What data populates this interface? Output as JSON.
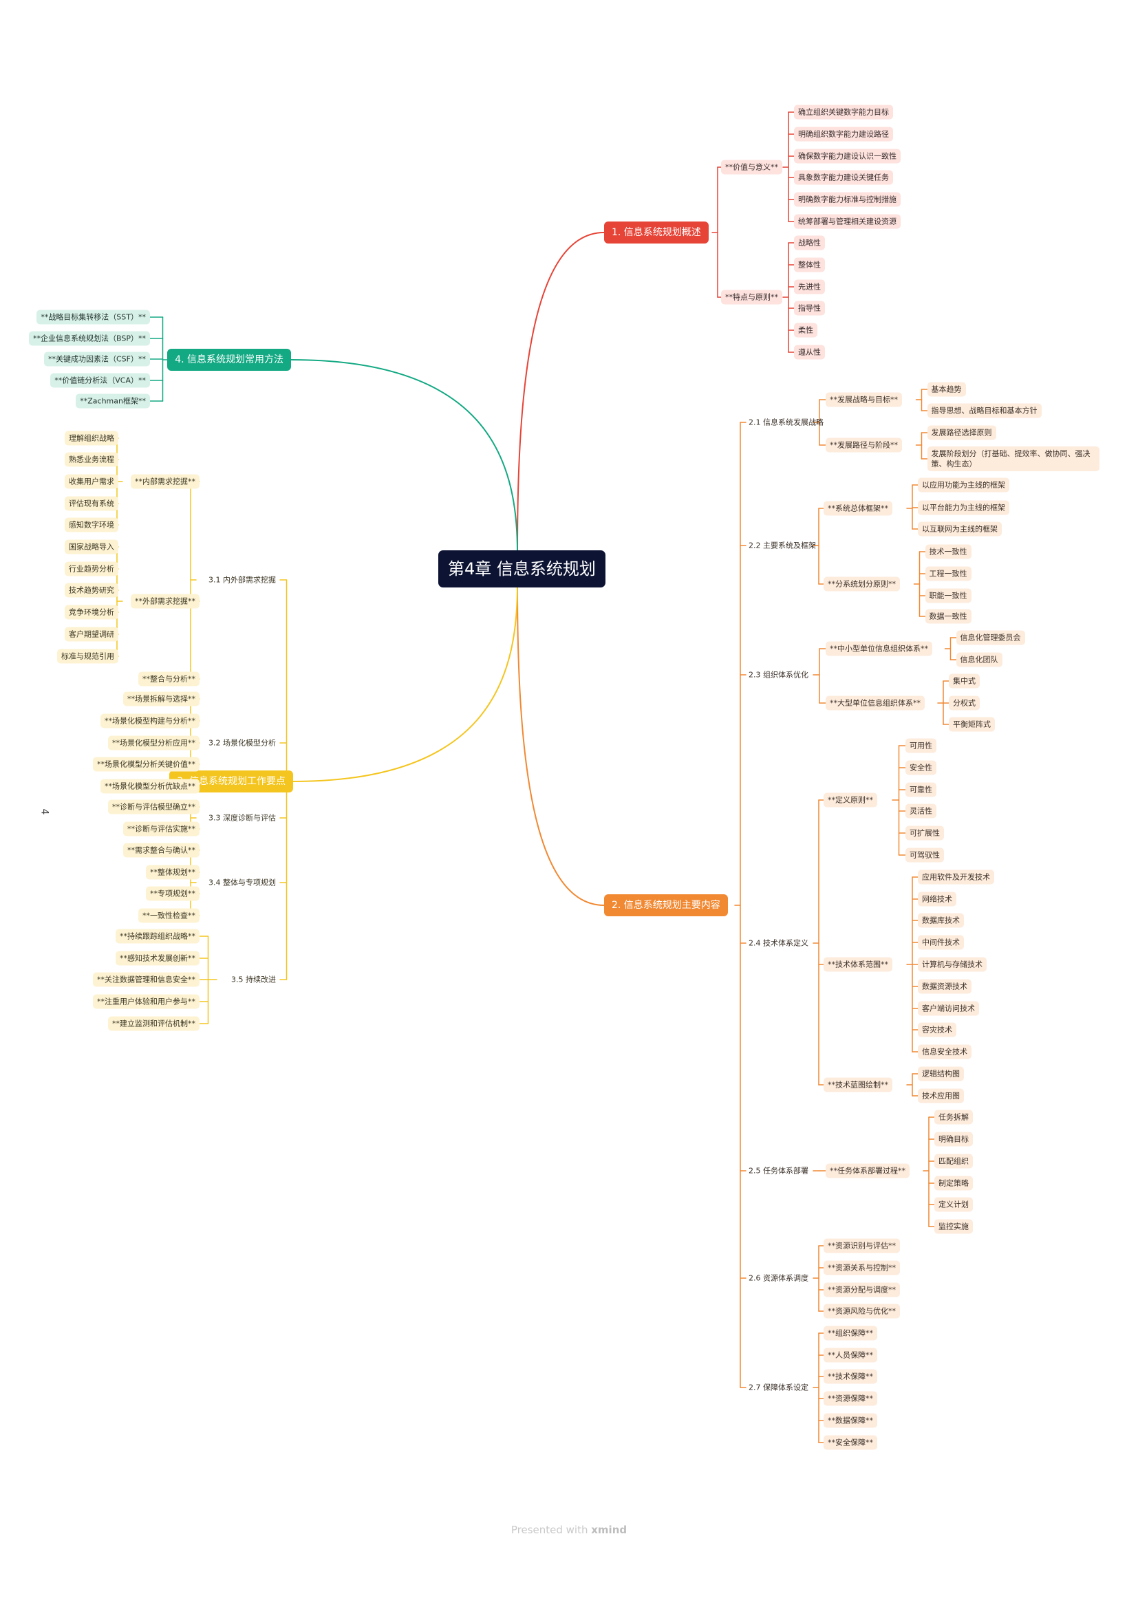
{
  "colors": {
    "b1": "#e64437",
    "b2": "#f18933",
    "b3": "#f4c51e",
    "b4": "#13a983",
    "root": "#0d1333"
  },
  "root": {
    "label": "第4章  信息系统规划"
  },
  "branches": [
    {
      "id": "b1",
      "label": "1. 信息系统规划概述",
      "children": [
        {
          "label": "**价值与意义**",
          "children": [
            {
              "label": "确立组织关键数字能力目标"
            },
            {
              "label": "明确组织数字能力建设路径"
            },
            {
              "label": "确保数字能力建设认识一致性"
            },
            {
              "label": "具象数字能力建设关键任务"
            },
            {
              "label": "明确数字能力标准与控制措施"
            },
            {
              "label": "统筹部署与管理相关建设资源"
            }
          ]
        },
        {
          "label": "**特点与原则**",
          "children": [
            {
              "label": "战略性"
            },
            {
              "label": "整体性"
            },
            {
              "label": "先进性"
            },
            {
              "label": "指导性"
            },
            {
              "label": "柔性"
            },
            {
              "label": "遵从性"
            }
          ]
        }
      ]
    },
    {
      "id": "b2",
      "label": "2. 信息系统规划主要内容",
      "children": [
        {
          "label": "2.1 信息系统发展战略",
          "children": [
            {
              "label": "**发展战略与目标**",
              "children": [
                {
                  "label": "基本趋势"
                },
                {
                  "label": "指导思想、战略目标和基本方针"
                }
              ]
            },
            {
              "label": "**发展路径与阶段**",
              "children": [
                {
                  "label": "发展路径选择原则"
                },
                {
                  "label": "发展阶段划分（打基础、提效率、做协同、强决策、构生态）"
                }
              ]
            }
          ]
        },
        {
          "label": "2.2 主要系统及框架",
          "children": [
            {
              "label": "**系统总体框架**",
              "children": [
                {
                  "label": "以应用功能为主线的框架"
                },
                {
                  "label": "以平台能力为主线的框架"
                },
                {
                  "label": "以互联网为主线的框架"
                }
              ]
            },
            {
              "label": "**分系统划分原则**",
              "children": [
                {
                  "label": "技术一致性"
                },
                {
                  "label": "工程一致性"
                },
                {
                  "label": "职能一致性"
                },
                {
                  "label": "数据一致性"
                }
              ]
            }
          ]
        },
        {
          "label": "2.3 组织体系优化",
          "children": [
            {
              "label": "**中小型单位信息组织体系**",
              "children": [
                {
                  "label": "信息化管理委员会"
                },
                {
                  "label": "信息化团队"
                }
              ]
            },
            {
              "label": "**大型单位信息组织体系**",
              "children": [
                {
                  "label": "集中式"
                },
                {
                  "label": "分权式"
                },
                {
                  "label": "平衡矩阵式"
                }
              ]
            }
          ]
        },
        {
          "label": "2.4 技术体系定义",
          "children": [
            {
              "label": "**定义原则**",
              "children": [
                {
                  "label": "可用性"
                },
                {
                  "label": "安全性"
                },
                {
                  "label": "可靠性"
                },
                {
                  "label": "灵活性"
                },
                {
                  "label": "可扩展性"
                },
                {
                  "label": "可驾驭性"
                }
              ]
            },
            {
              "label": "**技术体系范围**",
              "children": [
                {
                  "label": "应用软件及开发技术"
                },
                {
                  "label": "网络技术"
                },
                {
                  "label": "数据库技术"
                },
                {
                  "label": "中间件技术"
                },
                {
                  "label": "计算机与存储技术"
                },
                {
                  "label": "数据资源技术"
                },
                {
                  "label": "客户端访问技术"
                },
                {
                  "label": "容灾技术"
                },
                {
                  "label": "信息安全技术"
                }
              ]
            },
            {
              "label": "**技术蓝图绘制**",
              "children": [
                {
                  "label": "逻辑结构图"
                },
                {
                  "label": "技术应用图"
                }
              ]
            }
          ]
        },
        {
          "label": "2.5 任务体系部署",
          "children": [
            {
              "label": "**任务体系部署过程**",
              "children": [
                {
                  "label": "任务拆解"
                },
                {
                  "label": "明确目标"
                },
                {
                  "label": "匹配组织"
                },
                {
                  "label": "制定策略"
                },
                {
                  "label": "定义计划"
                },
                {
                  "label": "监控实施"
                }
              ]
            }
          ]
        },
        {
          "label": "2.6 资源体系调度",
          "children": [
            {
              "label": "**资源识别与评估**"
            },
            {
              "label": "**资源关系与控制**"
            },
            {
              "label": "**资源分配与调度**"
            },
            {
              "label": "**资源风险与优化**"
            }
          ]
        },
        {
          "label": "2.7 保障体系设定",
          "children": [
            {
              "label": "**组织保障**"
            },
            {
              "label": "**人员保障**"
            },
            {
              "label": "**技术保障**"
            },
            {
              "label": "**资源保障**"
            },
            {
              "label": "**数据保障**"
            },
            {
              "label": "**安全保障**"
            }
          ]
        }
      ]
    },
    {
      "id": "b3",
      "label": "3. 信息系统规划工作要点",
      "children": [
        {
          "label": "3.1 内外部需求挖掘",
          "children": [
            {
              "label": "**内部需求挖掘**",
              "children": [
                {
                  "label": "理解组织战略"
                },
                {
                  "label": "熟悉业务流程"
                },
                {
                  "label": "收集用户需求"
                },
                {
                  "label": "评估现有系统"
                },
                {
                  "label": "感知数字环境"
                }
              ]
            },
            {
              "label": "**外部需求挖掘**",
              "children": [
                {
                  "label": "国家战略导入"
                },
                {
                  "label": "行业趋势分析"
                },
                {
                  "label": "技术趋势研究"
                },
                {
                  "label": "竞争环境分析"
                },
                {
                  "label": "客户期望调研"
                },
                {
                  "label": "标准与规范引用"
                }
              ]
            },
            {
              "label": "**整合与分析**"
            }
          ]
        },
        {
          "label": "3.2 场景化模型分析",
          "children": [
            {
              "label": "**场景拆解与选择**"
            },
            {
              "label": "**场景化模型构建与分析**"
            },
            {
              "label": "**场景化模型分析应用**"
            },
            {
              "label": "**场景化模型分析关键价值**"
            },
            {
              "label": "**场景化模型分析优缺点**"
            }
          ]
        },
        {
          "label": "3.3 深度诊断与评估",
          "children": [
            {
              "label": "**诊断与评估模型确立**"
            },
            {
              "label": "**诊断与评估实施**"
            }
          ]
        },
        {
          "label": "3.4 整体与专项规划",
          "children": [
            {
              "label": "**需求整合与确认**"
            },
            {
              "label": "**整体规划**"
            },
            {
              "label": "**专项规划**"
            },
            {
              "label": "**一致性检查**"
            }
          ]
        },
        {
          "label": "3.5 持续改进",
          "children": [
            {
              "label": "**持续跟踪组织战略**"
            },
            {
              "label": "**感知技术发展创新**"
            },
            {
              "label": "**关注数据管理和信息安全**"
            },
            {
              "label": "**注重用户体验和用户参与**"
            },
            {
              "label": "**建立监测和评估机制**"
            }
          ]
        }
      ]
    },
    {
      "id": "b4",
      "label": "4. 信息系统规划常用方法",
      "children": [
        {
          "label": "**战略目标集转移法（SST）**"
        },
        {
          "label": "**企业信息系统规划法（BSP）**"
        },
        {
          "label": "**关键成功因素法（CSF）**"
        },
        {
          "label": "**价值链分析法（VCA）**"
        },
        {
          "label": "**Zachman框架**"
        }
      ]
    }
  ],
  "page_number": "4",
  "footer": {
    "prefix": "Presented with ",
    "brand": "xmind"
  }
}
